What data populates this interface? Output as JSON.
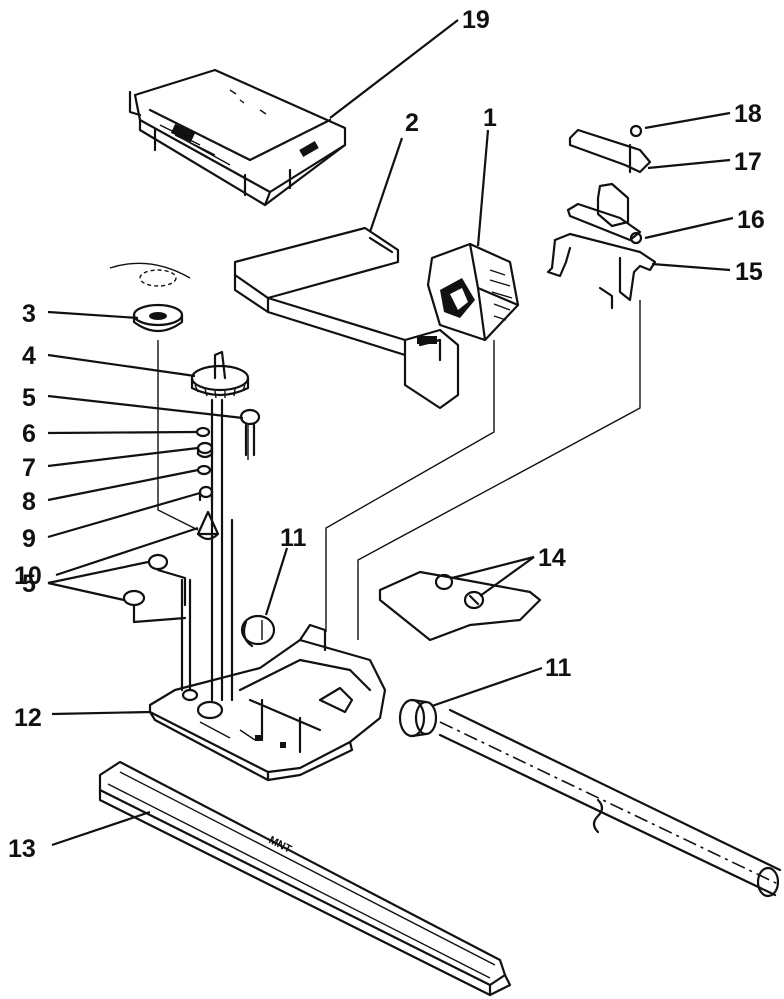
{
  "diagram": {
    "callouts": {
      "p1": "1",
      "p2": "2",
      "p3": "3",
      "p4": "4",
      "p5a": "5",
      "p5b": "5",
      "p6": "6",
      "p7": "7",
      "p8": "8",
      "p9": "9",
      "p10": "10",
      "p11a": "11",
      "p11b": "11",
      "p12": "12",
      "p13": "13",
      "p14": "14",
      "p15": "15",
      "p16": "16",
      "p17": "17",
      "p18": "18",
      "p19": "19"
    },
    "stamp": "MNT"
  }
}
